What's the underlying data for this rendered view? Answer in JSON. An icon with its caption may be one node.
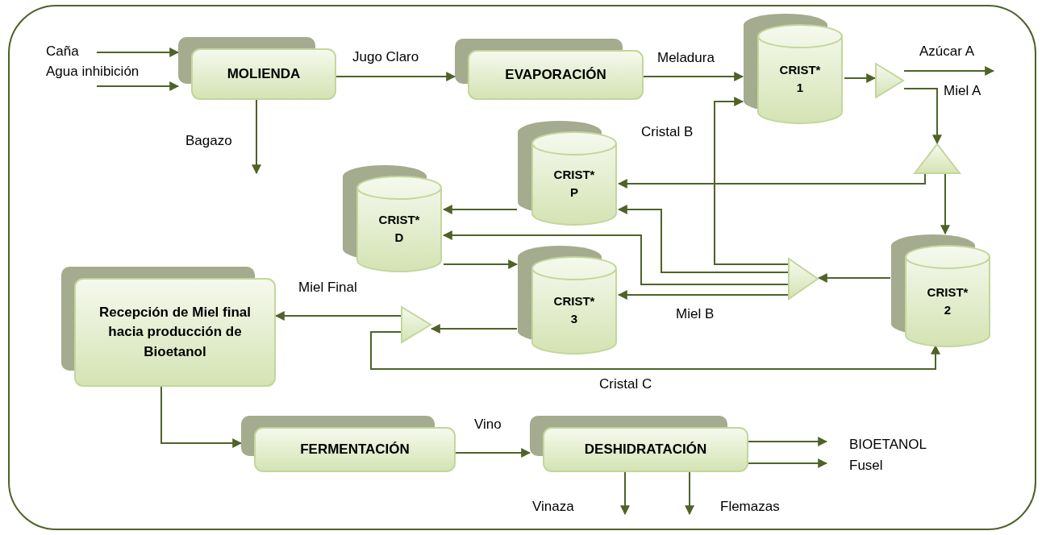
{
  "diagram": {
    "nodes": [
      {
        "text": [
          "MOLIENDA"
        ]
      },
      {
        "text": [
          "EVAPORACIÓN"
        ]
      },
      {
        "text": [
          "CRIST* 1"
        ]
      },
      {
        "text": [],
        "shape": "triangle"
      },
      {
        "text": [],
        "shape": "triangle"
      },
      {
        "text": [
          "CRIST* P"
        ]
      },
      {
        "text": [
          "CRIST* D"
        ]
      },
      {
        "text": [],
        "shape": "triangle"
      },
      {
        "text": [
          "CRIST* 2"
        ]
      },
      {
        "text": [
          "Recepción de Miel final hacia producción de Bioetanol"
        ]
      },
      {
        "text": [],
        "shape": "triangle"
      },
      {
        "text": [
          "CRIST* 3"
        ]
      },
      {
        "text": [
          "FERMENTACIÓN"
        ]
      },
      {
        "text": [
          "DESHIDRATACIÓN"
        ]
      }
    ],
    "edges": [
      {
        "from": null,
        "to": 0,
        "arrow": "to",
        "label": "Caña"
      },
      {
        "from": null,
        "to": 0,
        "arrow": "to",
        "label": "Agua inhibición"
      },
      {
        "from": 0,
        "to": null,
        "arrow": "to",
        "label": "Bagazo"
      },
      {
        "from": 0,
        "to": 1,
        "arrow": "to",
        "label": "Jugo Claro"
      },
      {
        "from": 1,
        "to": 2,
        "arrow": "to",
        "label": "Meladura"
      },
      {
        "from": 2,
        "to": 3,
        "arrow": "to"
      },
      {
        "from": 3,
        "to": null,
        "arrow": "to",
        "label": "Azúcar A"
      },
      {
        "from": 3,
        "to": 4,
        "arrow": "to",
        "label": "Miel A"
      },
      {
        "from": 4,
        "to": 5,
        "arrow": "to"
      },
      {
        "from": 4,
        "to": 8,
        "arrow": "to"
      },
      {
        "from": 8,
        "to": 7,
        "arrow": "to"
      },
      {
        "from": 7,
        "to": 2,
        "arrow": "to",
        "label": "Cristal B"
      },
      {
        "from": 7,
        "to": 5,
        "arrow": "to"
      },
      {
        "from": 7,
        "to": 6,
        "arrow": "to"
      },
      {
        "from": 7,
        "to": 11,
        "arrow": "to",
        "label": "Miel B"
      },
      {
        "from": 5,
        "to": 6,
        "arrow": "to"
      },
      {
        "from": 6,
        "to": 11,
        "arrow": "to"
      },
      {
        "from": 11,
        "to": 10,
        "arrow": "to"
      },
      {
        "from": 10,
        "to": 9,
        "arrow": "to",
        "label": "Miel Final"
      },
      {
        "from": 10,
        "to": 8,
        "arrow": "to",
        "label": "Cristal C"
      },
      {
        "from": 9,
        "to": 12,
        "arrow": "to"
      },
      {
        "from": 12,
        "to": 13,
        "arrow": "to",
        "label": "Vino"
      },
      {
        "from": 13,
        "to": null,
        "arrow": "to",
        "label": "BIOETANOL"
      },
      {
        "from": 13,
        "to": null,
        "arrow": "to",
        "label": "Fusel"
      },
      {
        "from": 13,
        "to": null,
        "arrow": "to",
        "label": "Vinaza"
      },
      {
        "from": 13,
        "to": null,
        "arrow": "to",
        "label": "Flemazas"
      }
    ]
  }
}
